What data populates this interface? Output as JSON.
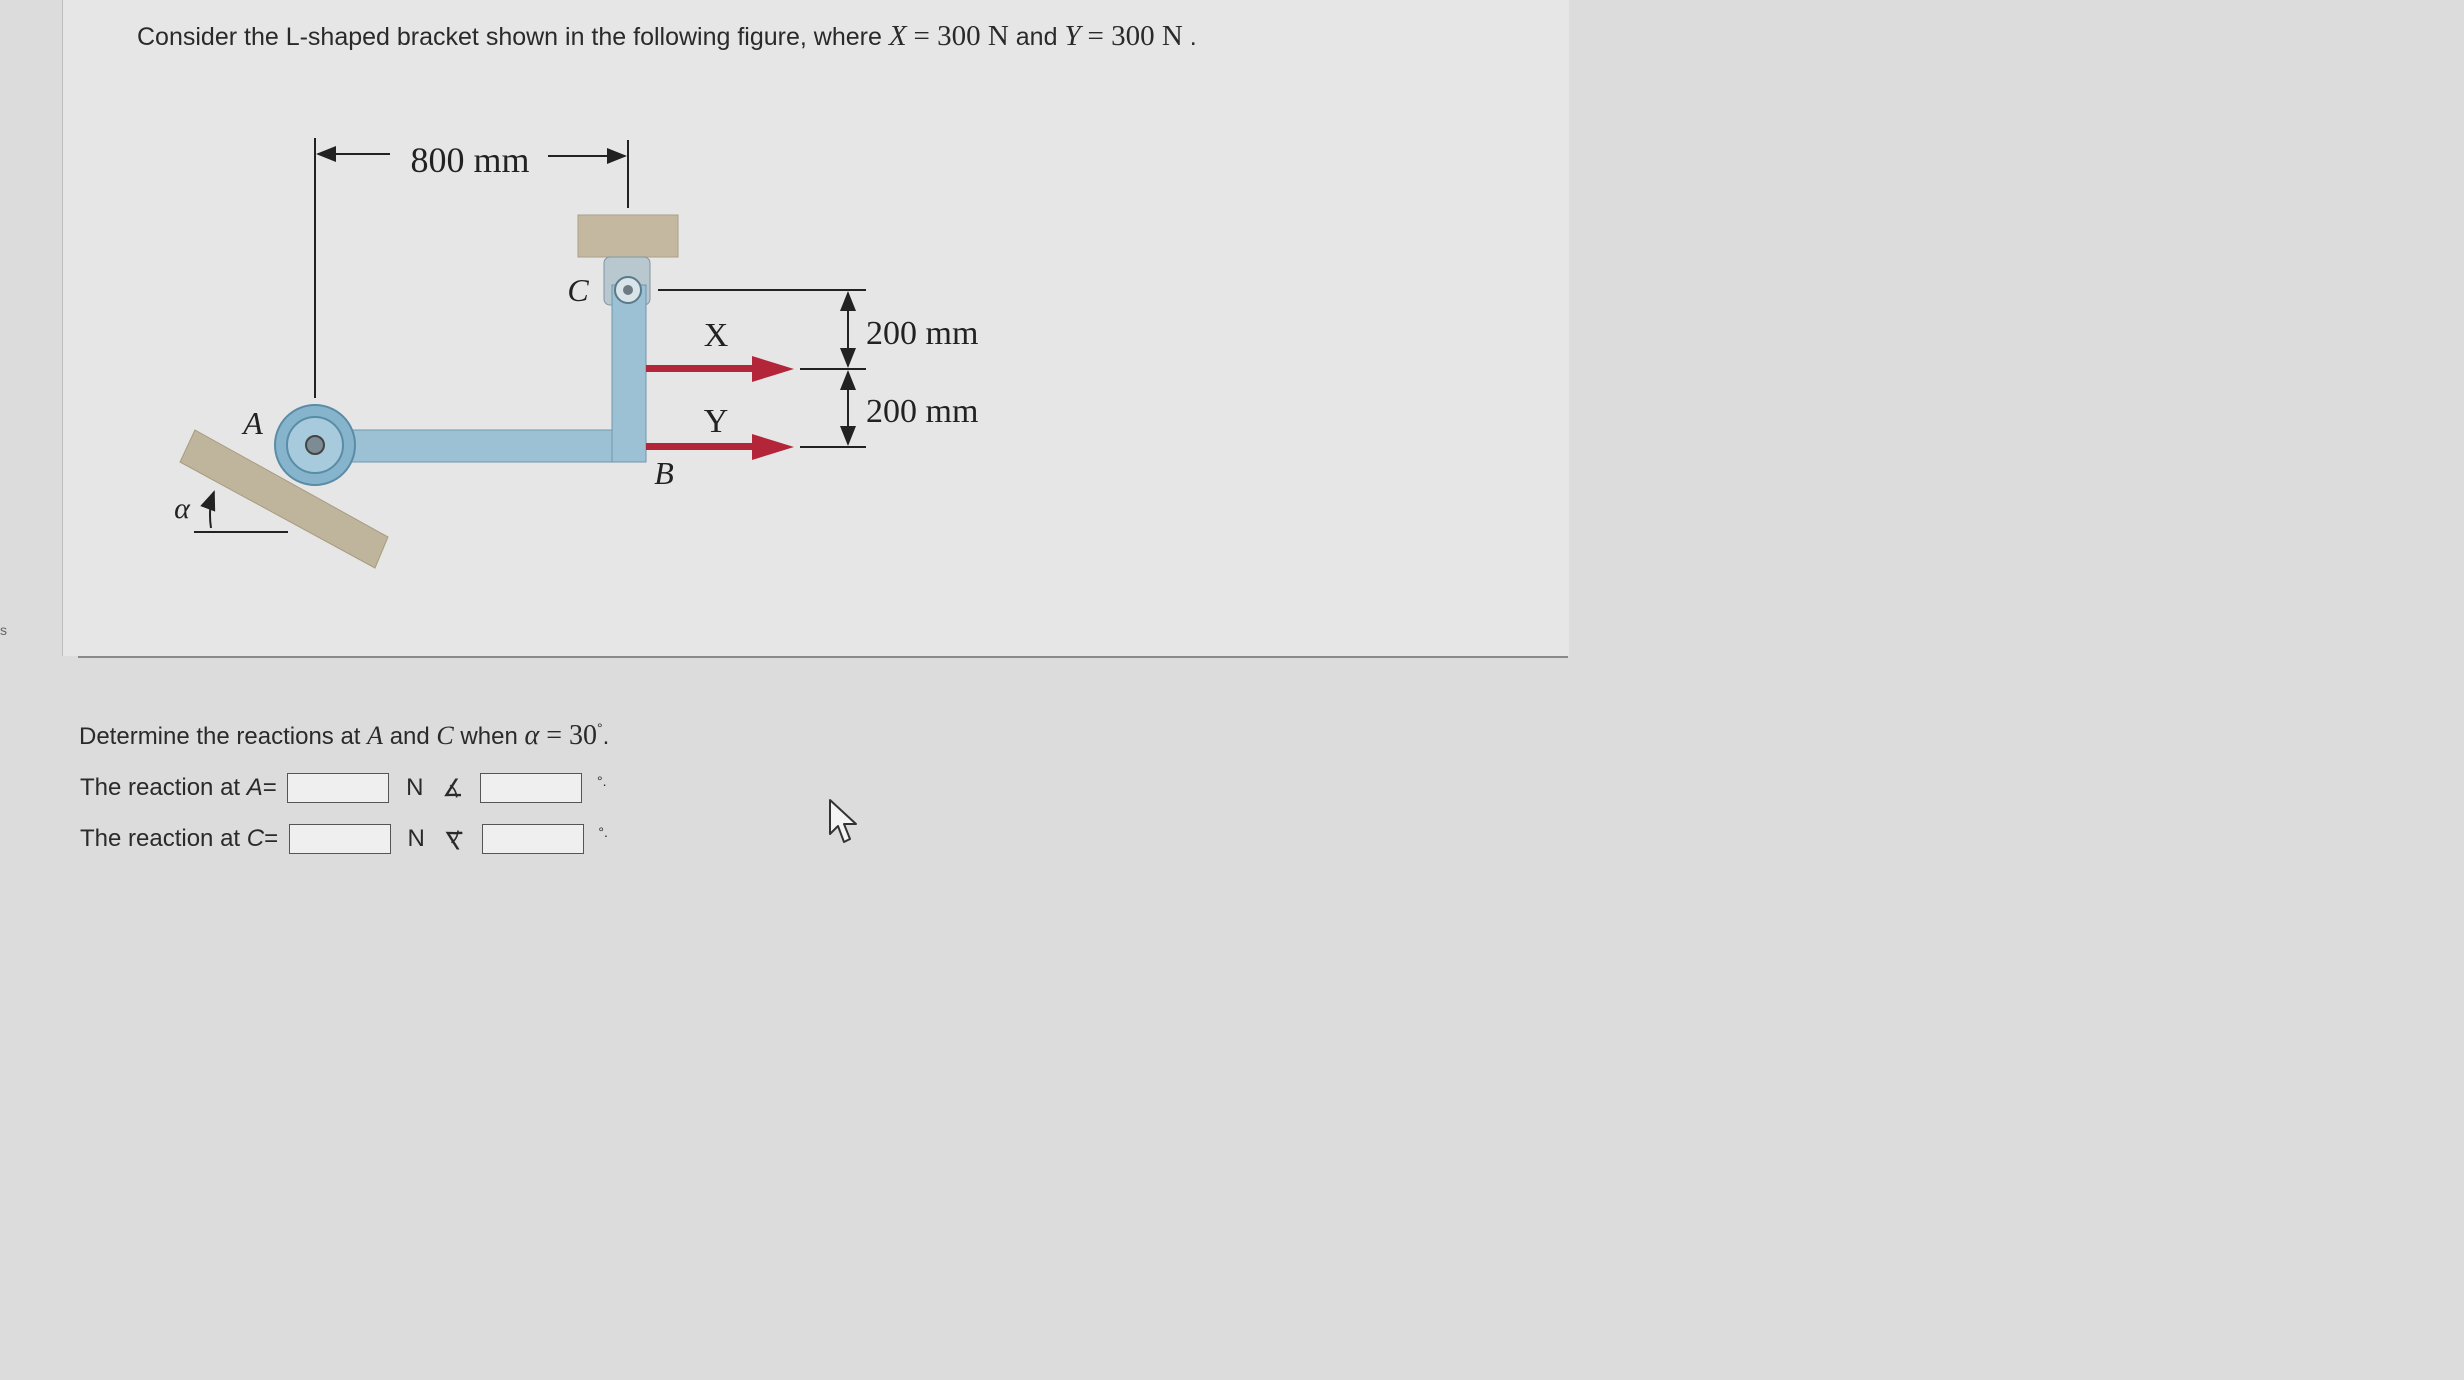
{
  "problem": {
    "intro": "Consider the L-shaped bracket shown in the following figure, where ",
    "x_symbol": "X",
    "x_value": "= 300 N",
    "and_text": " and ",
    "y_symbol": "Y",
    "y_value": "= 300 N",
    "end_text": "."
  },
  "figure": {
    "dim_top": "800 mm",
    "dim_right_upper": "200 mm",
    "dim_right_lower": "200 mm",
    "label_a": "A",
    "label_b": "B",
    "label_c": "C",
    "label_x": "X",
    "label_y": "Y",
    "label_alpha": "α",
    "colors": {
      "bracket": "#9cc0d4",
      "support": "#bfb49c",
      "force_arrow": "#b3263a"
    }
  },
  "question": {
    "prefix": "Determine the reactions at ",
    "a": "A",
    "mid": " and ",
    "c": "C",
    "when": " when ",
    "alpha": "α",
    "value": " = 30",
    "deg": "°",
    "end": "."
  },
  "answers": {
    "reaction_a": {
      "label_prefix": "The reaction at ",
      "point": "A",
      "equals": "=",
      "unit": "N",
      "direction_symbol": "∡",
      "value": "",
      "angle": "",
      "degree_symbol": "°."
    },
    "reaction_c": {
      "label_prefix": "The reaction at ",
      "point": "C",
      "equals": "=",
      "unit": "N",
      "direction_symbol": "∡",
      "value": "",
      "angle": "",
      "degree_symbol": "°."
    }
  },
  "misc": {
    "left_edge_char": "s",
    "cursor_icon": "mouse-pointer-icon"
  }
}
